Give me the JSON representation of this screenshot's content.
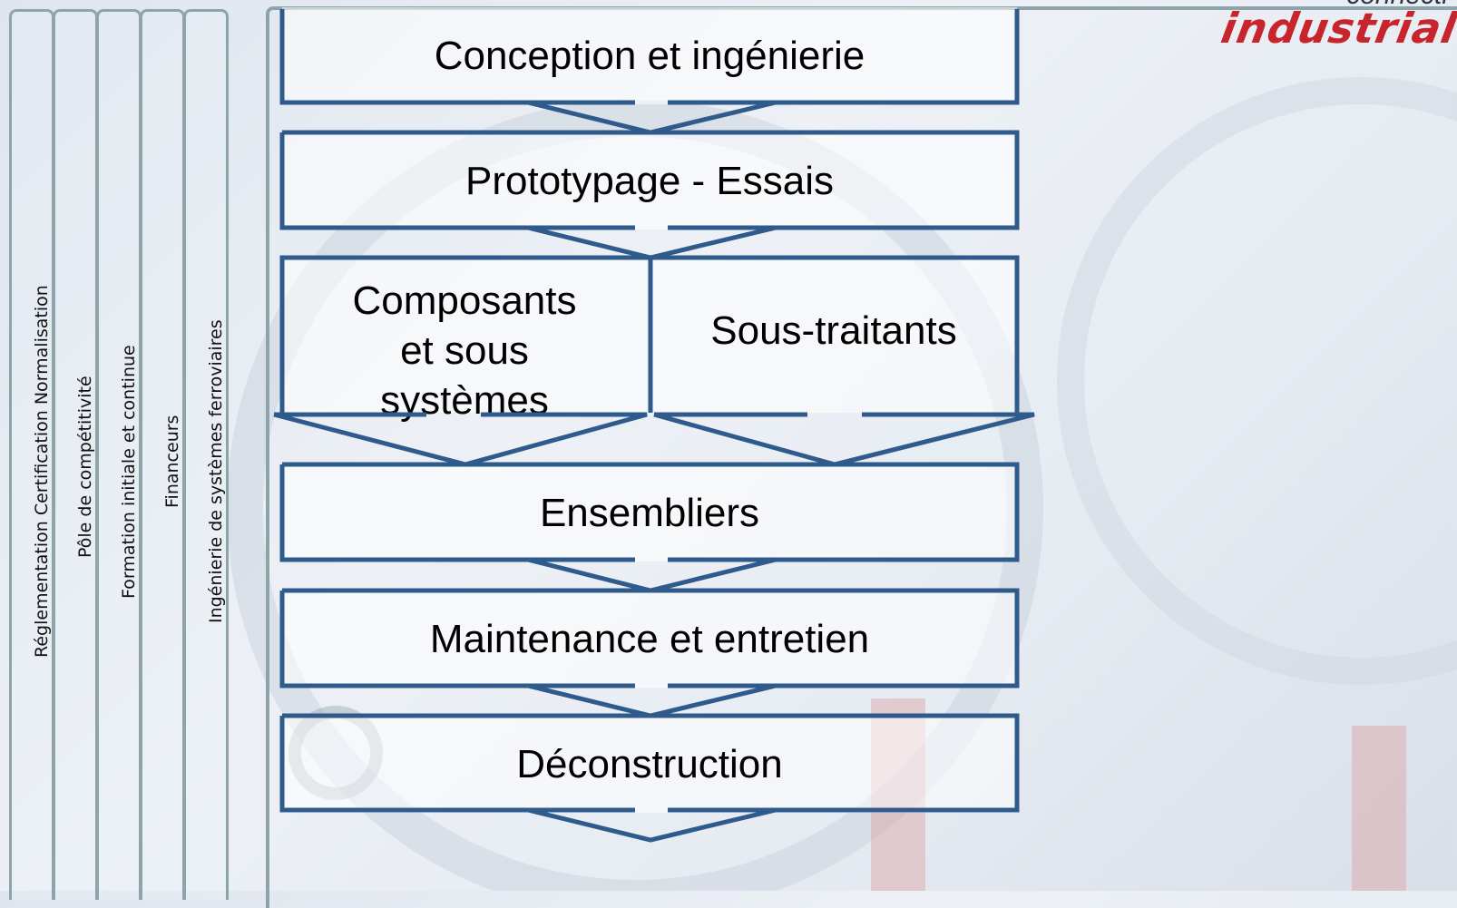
{
  "sidebar": {
    "columns": [
      {
        "label": "Réglementation Certification Normalisation"
      },
      {
        "label": "Pôle de compétitivité"
      },
      {
        "label": "Formation initiale et continue"
      },
      {
        "label": "Financeurs"
      },
      {
        "label": "Ingénierie de systèmes ferroviaires"
      }
    ]
  },
  "flow": {
    "conception": "Conception et ingénierie",
    "prototypage": "Prototypage - Essais",
    "composants": "Composants et sous systèmes",
    "sous_traitants": "Sous-traitants",
    "ensembliers": "Ensembliers",
    "maintenance": "Maintenance et entretien",
    "deconstruction": "Déconstruction"
  },
  "logo": {
    "text": "industrial",
    "top_text": "connecti"
  },
  "colors": {
    "box_border": "#2e5a8c",
    "tab_border": "#8ea4ab",
    "logo": "#c8242b"
  }
}
